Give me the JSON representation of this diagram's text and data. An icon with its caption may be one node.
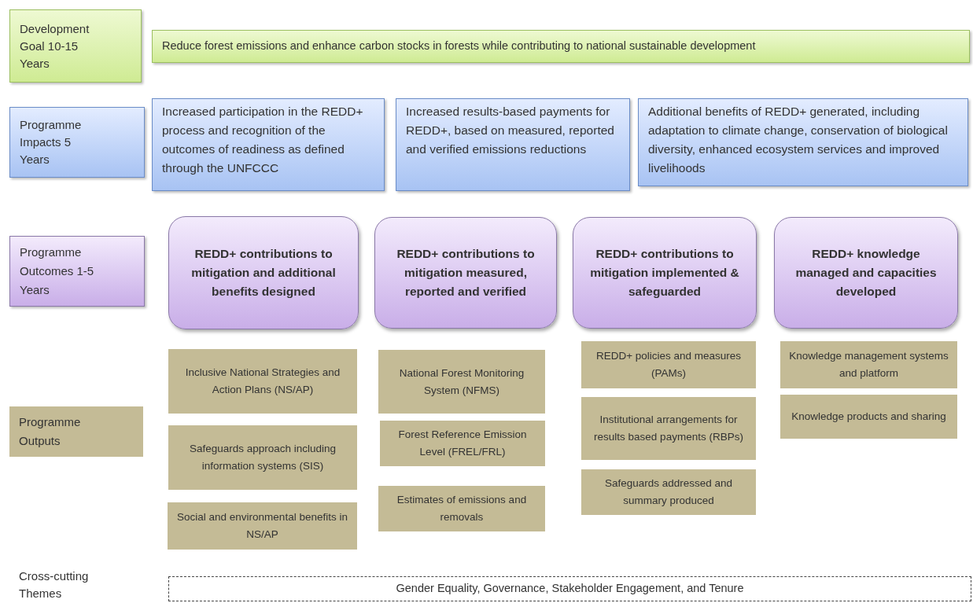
{
  "diagram": {
    "nodes": [
      {
        "text": [
          "Development Goal 10-15 Years"
        ]
      },
      {
        "text": [
          "Reduce forest emissions and enhance carbon stocks in forests while contributing to national sustainable development"
        ]
      },
      {
        "text": [
          "Programme Impacts 5 Years"
        ]
      },
      {
        "text": [
          "Increased participation in the REDD+ process and recognition of the outcomes of readiness as defined through the UNFCCC"
        ]
      },
      {
        "text": [
          "Increased results-based payments for REDD+, based on measured, reported and verified emissions reductions"
        ]
      },
      {
        "text": [
          "Additional benefits of REDD+ generated, including adaptation to climate change, conservation of biological diversity, enhanced ecosystem services and improved livelihoods"
        ]
      },
      {
        "text": [
          "Programme Outcomes 1-5 Years"
        ]
      },
      {
        "text": [
          "REDD+ contributions to mitigation and additional benefits designed"
        ]
      },
      {
        "text": [
          "REDD+ contributions to mitigation measured, reported and verified"
        ]
      },
      {
        "text": [
          "REDD+ contributions to mitigation implemented & safeguarded"
        ]
      },
      {
        "text": [
          "REDD+ knowledge managed and capacities developed"
        ]
      },
      {
        "text": [
          "Programme Outputs"
        ]
      },
      {
        "text": [
          "Inclusive National Strategies and Action Plans (NS/AP)"
        ]
      },
      {
        "text": [
          "Safeguards approach including information systems (SIS)"
        ]
      },
      {
        "text": [
          "Social and environmental benefits in NS/AP"
        ]
      },
      {
        "text": [
          "National Forest Monitoring System (NFMS)"
        ]
      },
      {
        "text": [
          "Forest Reference Emission Level (FREL/FRL)"
        ]
      },
      {
        "text": [
          "Estimates of emissions and removals"
        ]
      },
      {
        "text": [
          "REDD+ policies and measures (PAMs)"
        ]
      },
      {
        "text": [
          "Institutional arrangements for results based payments (RBPs)"
        ]
      },
      {
        "text": [
          "Safeguards addressed and summary produced"
        ]
      },
      {
        "text": [
          "Knowledge management systems and platform"
        ]
      },
      {
        "text": [
          "Knowledge products and sharing"
        ]
      },
      {
        "text": [
          "Gender Equality, Governance, Stakeholder Engagement, and Tenure"
        ]
      }
    ],
    "labels": [
      "Cross-cutting Themes"
    ]
  }
}
